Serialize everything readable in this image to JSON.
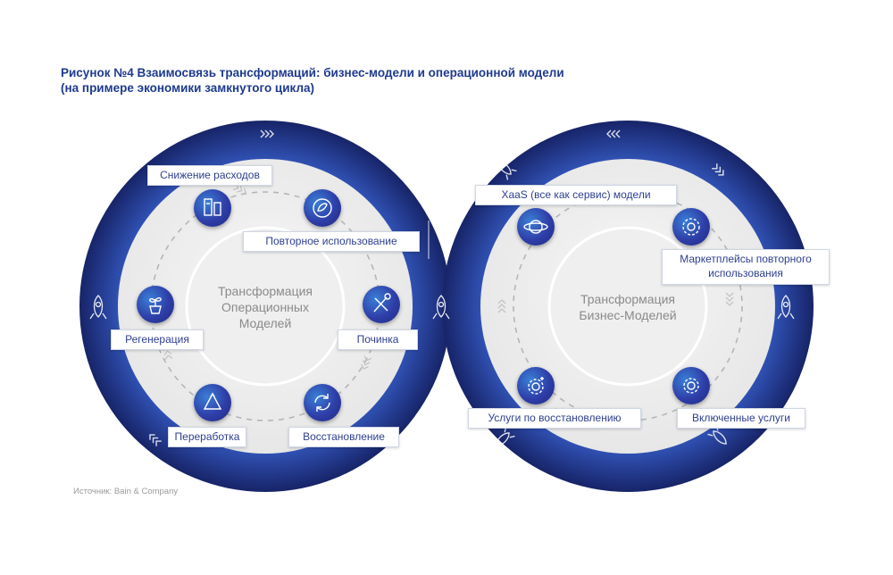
{
  "title": {
    "line1": "Рисунок №4 Взаимосвязь трансформаций: бизнес-модели и операционной модели",
    "line2": "(на примере экономики замкнутого цикла)"
  },
  "left_cycle": {
    "center_lines": [
      "Трансформация",
      "Операционных",
      "Моделей"
    ],
    "labels": {
      "cost_reduction": "Снижение расходов",
      "reuse": "Повторное использование",
      "repair": "Починка",
      "restoration": "Восстановление",
      "recycling": "Переработка",
      "regeneration": "Регенерация"
    }
  },
  "right_cycle": {
    "center_lines": [
      "Трансформация",
      "Бизнес-Моделей"
    ],
    "labels": {
      "xaas": "XaaS (все как сервис) модели",
      "marketplaces": "Маркетплейсы повторного использования",
      "included_services": "Включенные услуги",
      "restoration_services": "Услуги по восстановлению"
    }
  },
  "source": "Источник: Bain & Company",
  "colors": {
    "ring_dark": "#1b2a78",
    "ring_light": "#4b78d2",
    "title": "#1e3a8e",
    "label_text": "#2d3f8f",
    "inner_fill": "#efefef"
  },
  "icons": {
    "cost_reduction": "cost-reduction-icon",
    "reuse": "reuse-leaves-icon",
    "repair": "repair-tools-icon",
    "restoration": "restoration-cycle-icon",
    "recycling": "recycling-icon",
    "regeneration": "plant-pot-icon",
    "xaas": "planet-icon",
    "marketplaces": "gear-cycle-icon",
    "included_services": "gear-icon",
    "restoration_services": "gear-sparkle-icon"
  }
}
